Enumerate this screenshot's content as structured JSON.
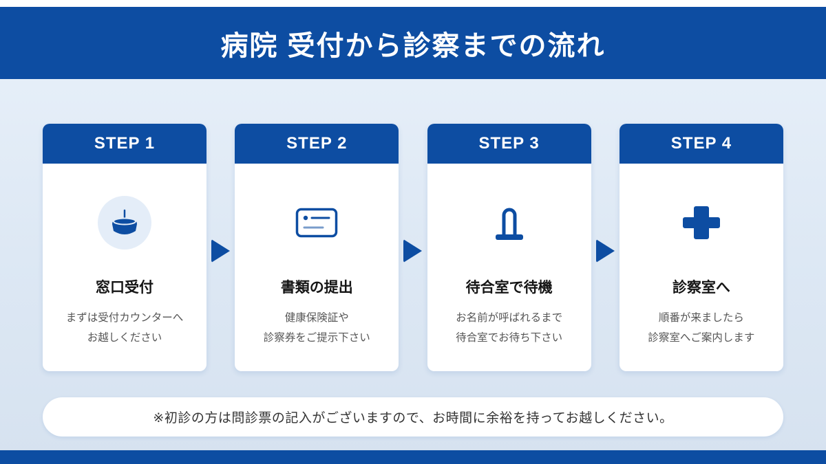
{
  "header": {
    "title": "病院 受付から診察までの流れ"
  },
  "steps": [
    {
      "label": "STEP 1",
      "title": "窓口受付",
      "desc_line1": "まずは受付カウンターへ",
      "desc_line2": "お越しください",
      "icon": "reception-bell-icon"
    },
    {
      "label": "STEP 2",
      "title": "書類の提出",
      "desc_line1": "健康保険証や",
      "desc_line2": "診察券をご提示下さい",
      "icon": "insurance-card-icon"
    },
    {
      "label": "STEP 3",
      "title": "待合室で待機",
      "desc_line1": "お名前が呼ばれるまで",
      "desc_line2": "待合室でお待ち下さい",
      "icon": "waiting-seat-icon"
    },
    {
      "label": "STEP 4",
      "title": "診察室へ",
      "desc_line1": "順番が来ましたら",
      "desc_line2": "診察室へご案内します",
      "icon": "medical-cross-icon"
    }
  ],
  "note": "※初診の方は問診票の記入がございますので、お時間に余裕を持ってお越しください。",
  "colors": {
    "primary_blue": "#0d4da2",
    "background_light_blue": "#dde8f4",
    "card_background": "#ffffff",
    "icon_circle_background": "#e4edf8",
    "body_text": "#555555"
  }
}
